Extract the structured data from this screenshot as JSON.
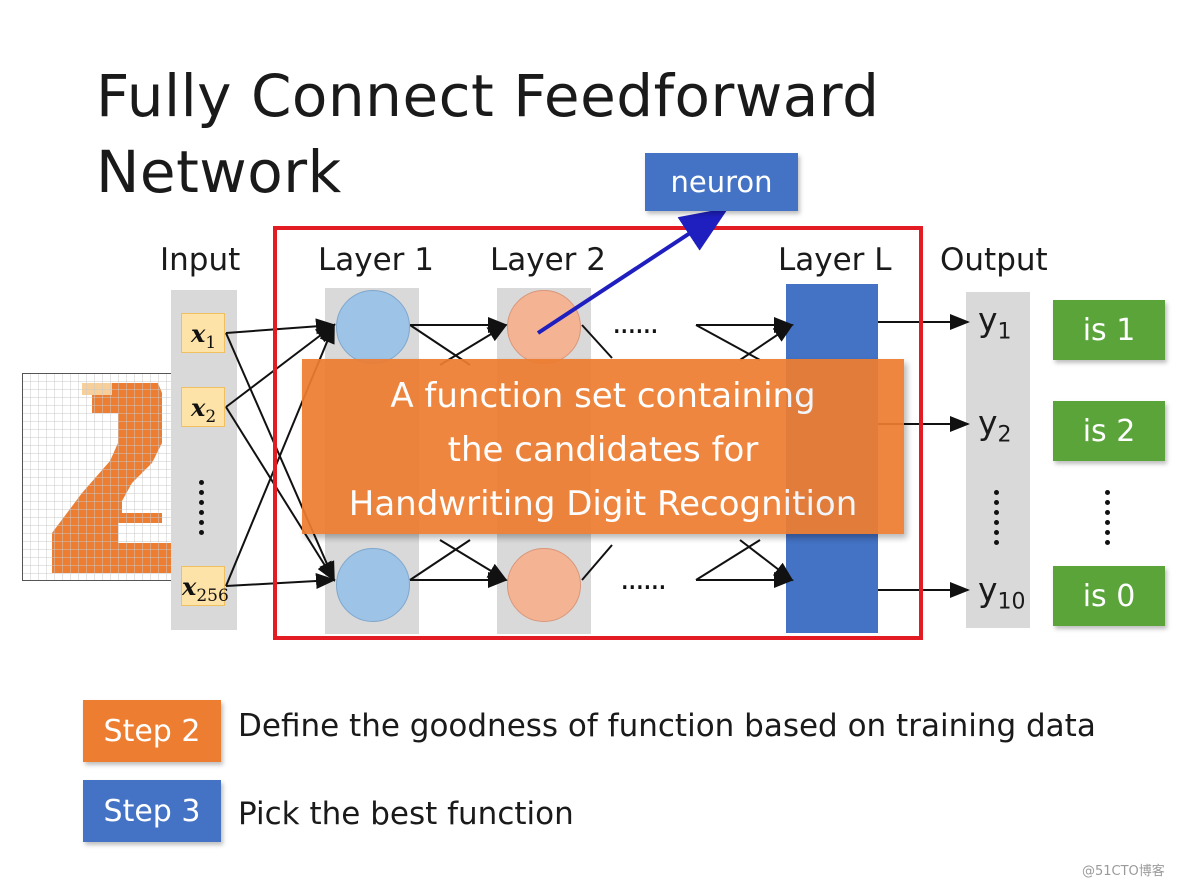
{
  "title": {
    "line1": "Fully Connect Feedforward",
    "line2": "Network"
  },
  "neuron_label": "neuron",
  "column_labels": {
    "input": "Input",
    "layer1": "Layer 1",
    "layer2": "Layer 2",
    "layerL": "Layer L",
    "output": "Output"
  },
  "inputs": [
    {
      "base": "x",
      "sub": "1"
    },
    {
      "base": "x",
      "sub": "2"
    },
    {
      "base": "x",
      "sub": "256"
    }
  ],
  "outputs": [
    {
      "base": "y",
      "sub": "1"
    },
    {
      "base": "y",
      "sub": "2"
    },
    {
      "base": "y",
      "sub": "10"
    }
  ],
  "output_classes": [
    "is 1",
    "is 2",
    "is 0"
  ],
  "hidden_dots": "......",
  "overlay_text": {
    "line1": "A function set containing",
    "line2": "the candidates for",
    "line3": "Handwriting Digit Recognition"
  },
  "steps": [
    {
      "label": "Step 2",
      "text": "Define the goodness of function based on training data",
      "color": "#ed7d31"
    },
    {
      "label": "Step 3",
      "text": "Pick the best function",
      "color": "#4472c4"
    }
  ],
  "colors": {
    "frame": "#e31b23",
    "neuron_box": "#4472c4",
    "overlay": "#ed7d31",
    "class_box": "#5aa43a",
    "arrow": "#1f1fbf"
  },
  "watermark": "@51CTO博客"
}
